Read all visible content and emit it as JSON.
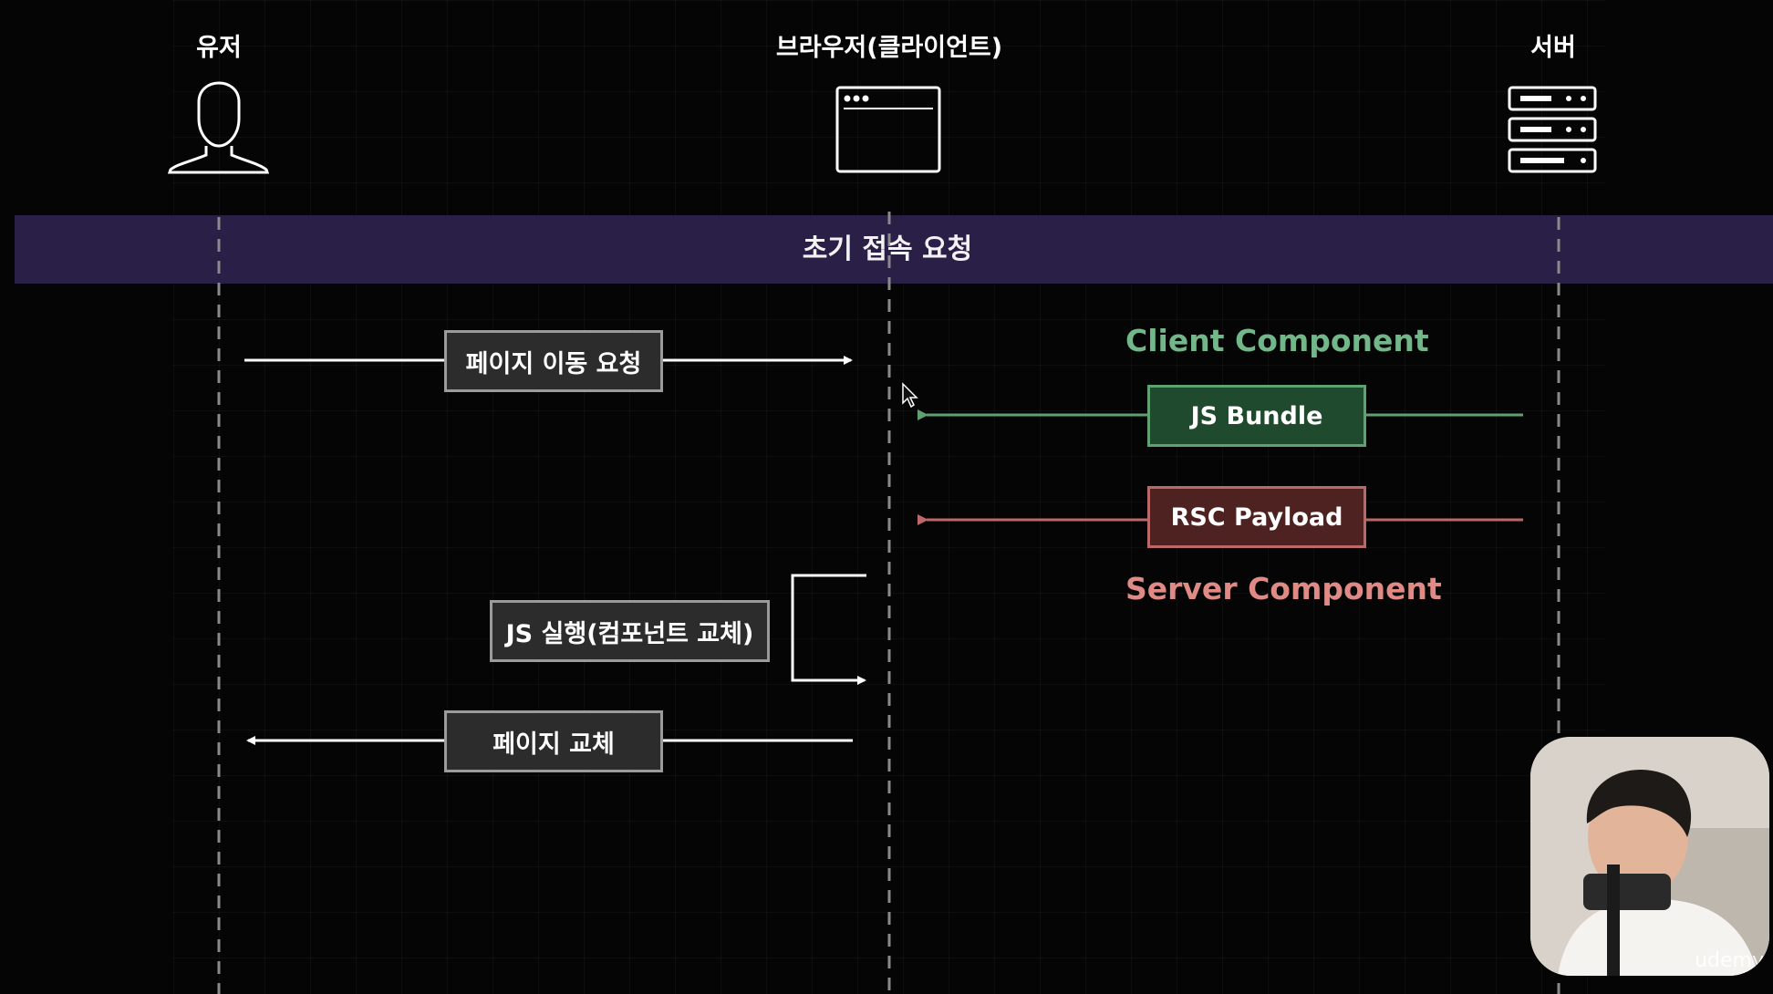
{
  "actors": {
    "user": "유저",
    "browser": "브라우저(클라이언트)",
    "server": "서버"
  },
  "band": {
    "label": "초기 접속 요청"
  },
  "messages": {
    "page_nav_request": "페이지 이동 요청",
    "js_bundle": "JS Bundle",
    "rsc_payload": "RSC Payload",
    "js_execute": "JS 실행(컴포넌트 교체)",
    "page_replace": "페이지 교체"
  },
  "captions": {
    "client_component": "Client Component",
    "server_component": "Server Component"
  },
  "watermark": "udemy",
  "colors": {
    "band": "#2a1f47",
    "green_arrow": "#5fa271",
    "red_arrow": "#bd6868",
    "green_text": "#71b789",
    "red_text": "#e08a86"
  }
}
